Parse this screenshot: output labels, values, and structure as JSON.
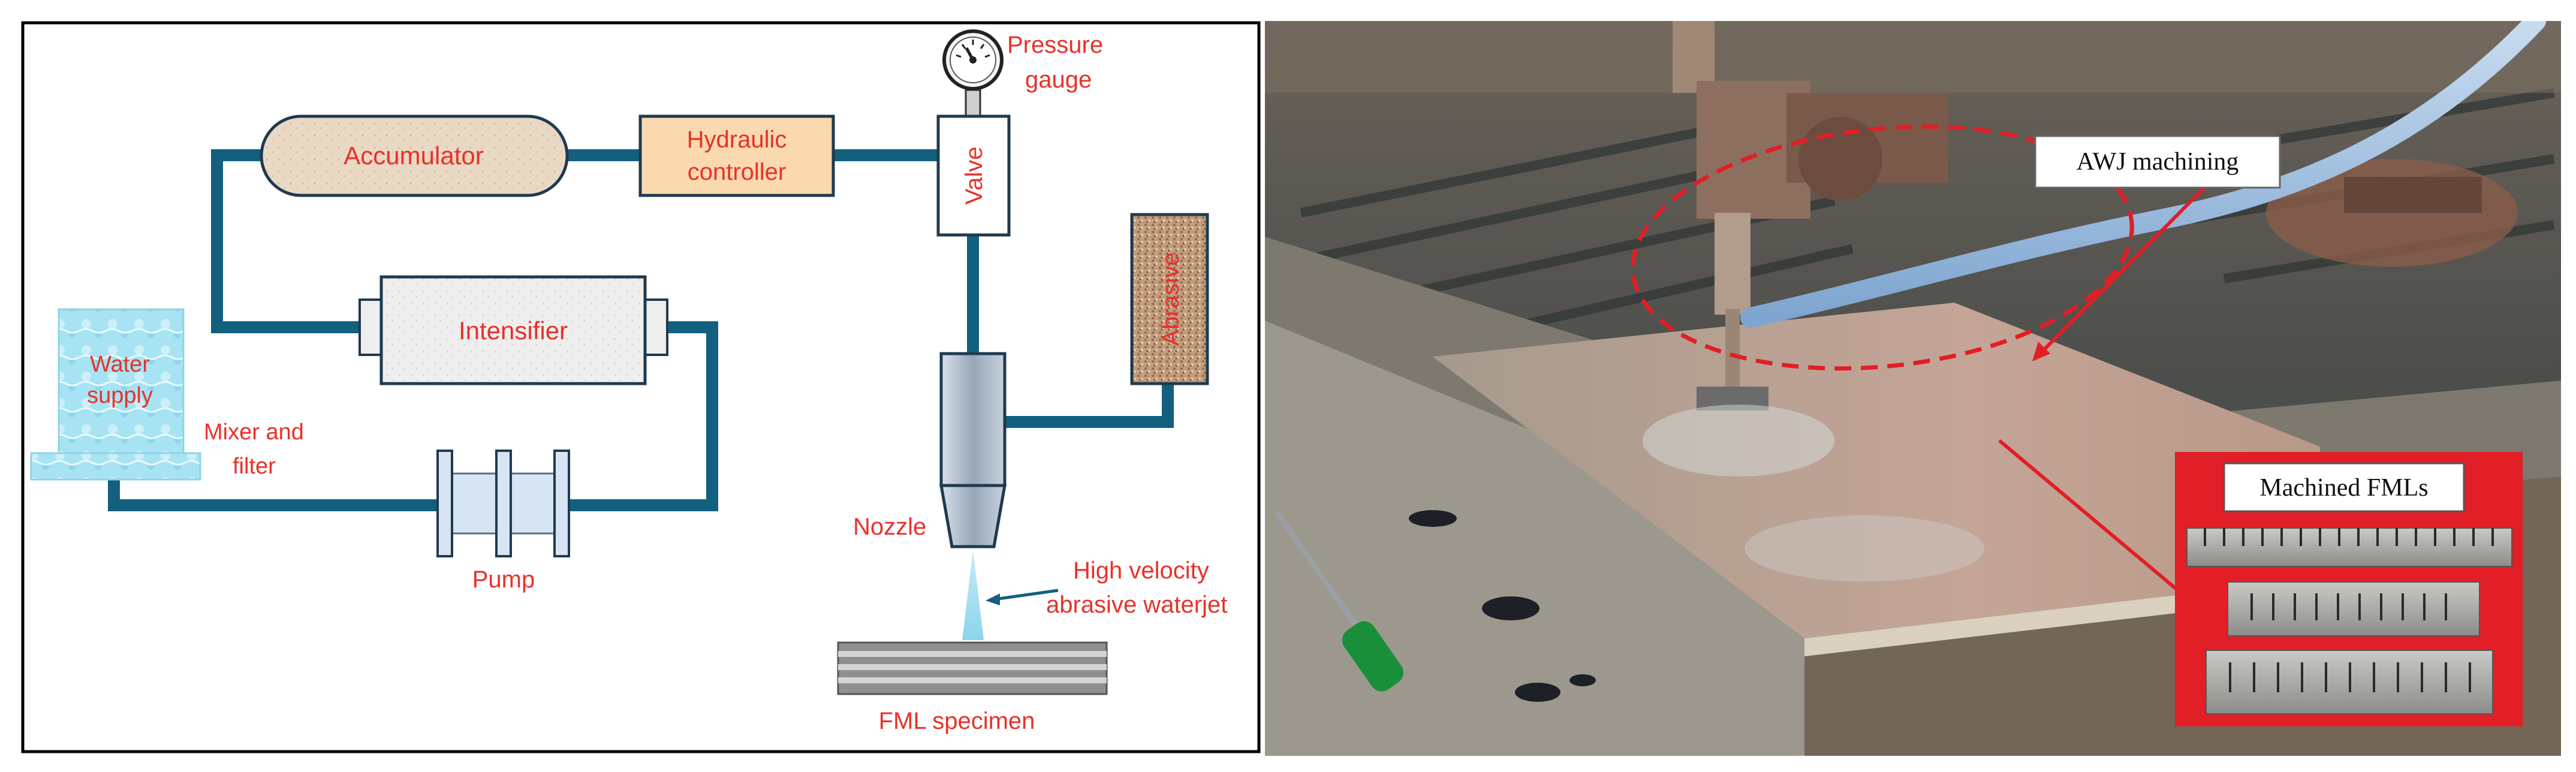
{
  "schematic": {
    "labels": {
      "accumulator": "Accumulator",
      "hydraulic_line1": "Hydraulic",
      "hydraulic_line2": "controller",
      "pressure_line1": "Pressure",
      "pressure_line2": "gauge",
      "valve": "Valve",
      "abrasive": "Abrasive",
      "intensifier": "Intensifier",
      "water_line1": "Water",
      "water_line2": "supply",
      "mixer_line1": "Mixer and",
      "mixer_line2": "filter",
      "pump": "Pump",
      "nozzle": "Nozzle",
      "jet_line1": "High velocity",
      "jet_line2": "abrasive waterjet",
      "specimen": "FML specimen"
    },
    "colors": {
      "pipe": "#12607e",
      "label": "#e8312a",
      "accumulator_fill": "#e8d8c4",
      "controller_fill": "#fbd9ae",
      "water_fill": "#a7e3f2",
      "pump_fill": "#d7e4f4"
    }
  },
  "photo": {
    "labels": {
      "awj": "AWJ machining",
      "machined": "Machined FMLs"
    },
    "colors": {
      "highlight": "#e21e26"
    }
  }
}
